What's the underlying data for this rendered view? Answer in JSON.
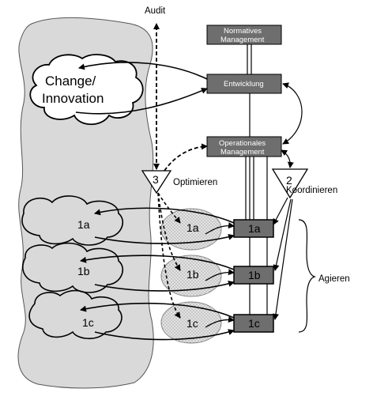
{
  "labels": {
    "audit": "Audit",
    "optimieren": "Optimieren",
    "koordinieren": "Koordinieren",
    "agieren": "Agieren",
    "change_line1": "Change/",
    "change_line2": "Innovation"
  },
  "boxes": {
    "normatives_line1": "Normatives",
    "normatives_line2": "Management",
    "entwicklung": "Entwicklung",
    "operationales_line1": "Operationales",
    "operationales_line2": "Management"
  },
  "triangles": {
    "t3": "3",
    "t2": "2"
  },
  "units": {
    "box_1a": "1a",
    "box_1b": "1b",
    "box_1c": "1c",
    "ellipse_1a": "1a",
    "ellipse_1b": "1b",
    "ellipse_1c": "1c",
    "env_1a": "1a",
    "env_1b": "1b",
    "env_1c": "1c"
  },
  "colors": {
    "environment_fill": "#d9d9d9",
    "box_fill": "#6e6e6e",
    "stroke": "#000000"
  }
}
